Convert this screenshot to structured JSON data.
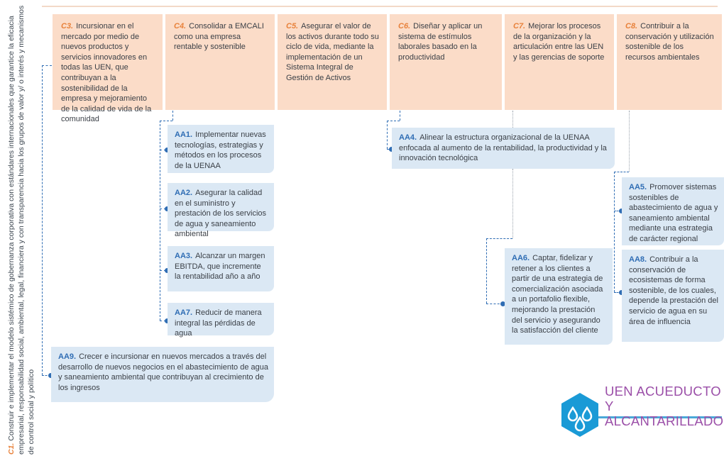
{
  "mission": {
    "code": "C1.",
    "text": "Construir e implementar el modelo sistémico de gobernanza corporativa con estándares internacionales que garantice la eficacia empresarial, responsabilidad social, ambiental, legal, financiera y con transparencia hacia los grupos de valor y/ o interés y mecanismos de control social y político"
  },
  "objectives": [
    {
      "code": "C3.",
      "text": "Incursionar en el mercado por medio de nuevos productos y servicios innovadores en todas las UEN, que contribuyan a la sostenibilidad de la empresa y mejoramiento de la calidad de vida de la comunidad"
    },
    {
      "code": "C4.",
      "text": "Consolidar a EMCALI como una empresa rentable y sostenible"
    },
    {
      "code": "C5.",
      "text": "Asegurar el valor de los activos durante todo su ciclo de vida, mediante la implementación de un Sistema Integral de Gestión de Activos"
    },
    {
      "code": "C6.",
      "text": "Diseñar y aplicar un sistema de estímulos laborales basado en la productividad"
    },
    {
      "code": "C7.",
      "text": "Mejorar los procesos de la organización y la articulación entre las UEN y las gerencias de soporte"
    },
    {
      "code": "C8.",
      "text": "Contribuir a la conservación y utilización sostenible de los recursos ambientales"
    }
  ],
  "actions": {
    "aa1": {
      "code": "AA1.",
      "text": "Implementar nuevas tecnologías, estrategias y métodos en los procesos de la UENAA"
    },
    "aa2": {
      "code": "AA2.",
      "text": "Asegurar la calidad en el suministro y prestación de los servicios de agua y saneamiento ambiental"
    },
    "aa3": {
      "code": "AA3.",
      "text": "Alcanzar un margen EBITDA, que incremente la rentabilidad año a año"
    },
    "aa7": {
      "code": "AA7.",
      "text": "Reducir de manera integral las pérdidas de agua"
    },
    "aa4": {
      "code": "AA4.",
      "text": "Alinear la estructura organizacional de la UENAA enfocada al aumento de la rentabilidad, la productividad y la innovación tecnológica"
    },
    "aa5": {
      "code": "AA5.",
      "text": "Promover sistemas sostenibles de abastecimiento de agua y saneamiento ambiental mediante una estrategia de carácter regional"
    },
    "aa6": {
      "code": "AA6.",
      "text": "Captar, fidelizar y retener a los clientes a partir de una estrategia de comercialización asociada a un portafolio flexible, mejorando la prestación del servicio y asegurando la satisfacción del cliente"
    },
    "aa8": {
      "code": "AA8.",
      "text": "Contribuir a la conservación de ecosistemas de forma sostenible, de los cuales, depende la prestación del servicio de agua en su área de influencia"
    },
    "aa9": {
      "code": "AA9.",
      "text": "Crecer e incursionar en nuevos mercados a través del desarrollo de nuevos negocios en el abastecimiento de agua y saneamiento ambiental que contribuyan al crecimiento de los ingresos"
    }
  },
  "logo": {
    "line1": "UEN ACUEDUCTO",
    "line2": "Y ALCANTARILLADO",
    "icon": "water-drops-hexagon-icon"
  },
  "colors": {
    "objective_bg": "#fbdcc8",
    "objective_code": "#e8823c",
    "action_bg": "#dbe8f4",
    "action_code": "#2f6db4",
    "logo_text": "#9b4fa8",
    "logo_hex": "#1a9ad6"
  }
}
